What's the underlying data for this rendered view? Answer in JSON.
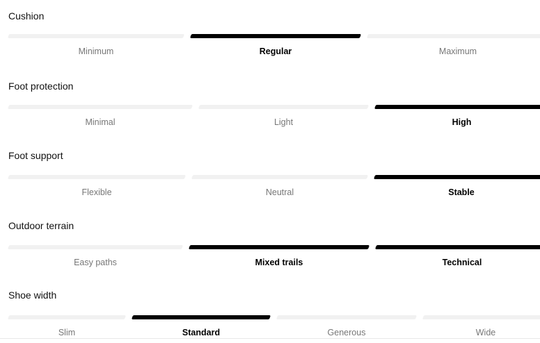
{
  "attributes": [
    {
      "title": "Cushion",
      "options": [
        "Minimum",
        "Regular",
        "Maximum"
      ],
      "active": [
        false,
        true,
        false
      ]
    },
    {
      "title": "Foot protection",
      "options": [
        "Minimal",
        "Light",
        "High"
      ],
      "active": [
        false,
        false,
        true
      ]
    },
    {
      "title": "Foot support",
      "options": [
        "Flexible",
        "Neutral",
        "Stable"
      ],
      "active": [
        false,
        false,
        true
      ]
    },
    {
      "title": "Outdoor terrain",
      "options": [
        "Easy paths",
        "Mixed trails",
        "Technical"
      ],
      "active": [
        false,
        true,
        true
      ]
    },
    {
      "title": "Shoe width",
      "options": [
        "Slim",
        "Standard",
        "Generous",
        "Wide"
      ],
      "active": [
        false,
        true,
        false,
        false
      ]
    }
  ],
  "colors": {
    "active_bar": "#000000",
    "inactive_bar": "#f1f1f1",
    "active_text": "#000000",
    "inactive_text": "#777777"
  }
}
